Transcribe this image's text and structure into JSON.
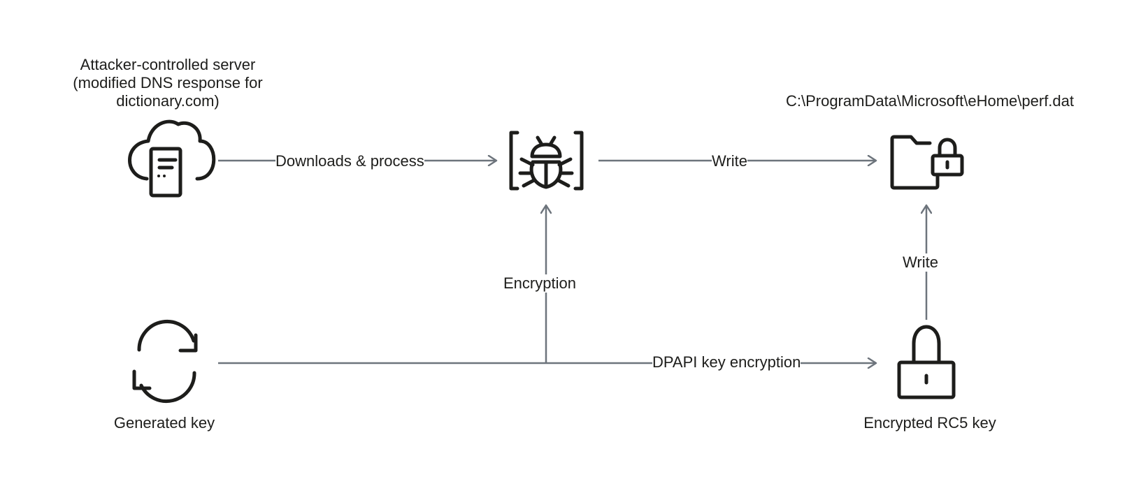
{
  "diagram": {
    "nodes": {
      "server": {
        "label_line1": "Attacker-controlled server",
        "label_line2": "(modified DNS response for",
        "label_line3": "dictionary.com)",
        "icon": "cloud-server-icon"
      },
      "malware": {
        "icon": "bug-icon"
      },
      "file": {
        "label": "C:\\ProgramData\\Microsoft\\eHome\\perf.dat",
        "icon": "locked-folder-icon"
      },
      "generated_key": {
        "label": "Generated key",
        "icon": "refresh-icon"
      },
      "encrypted_key": {
        "label": "Encrypted RC5 key",
        "icon": "padlock-icon"
      }
    },
    "edges": {
      "downloads": "Downloads & process",
      "write_top": "Write",
      "write_right": "Write",
      "encryption": "Encryption",
      "dpapi": "DPAPI key encryption"
    },
    "colors": {
      "icon_stroke": "#1d1d1b",
      "arrow": "#6d747c",
      "text": "#1d1d1b"
    }
  }
}
